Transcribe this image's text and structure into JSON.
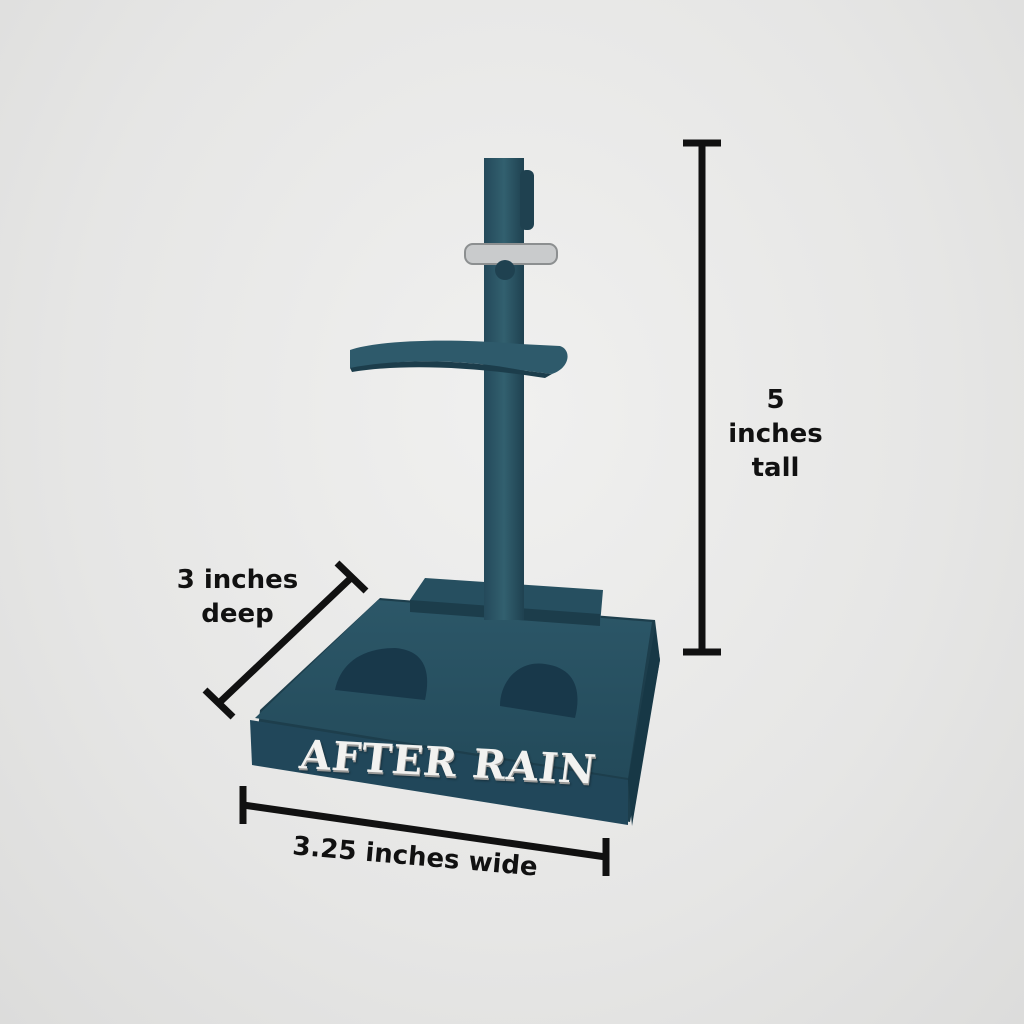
{
  "photo": {
    "subject": "stand-photo",
    "background_color": "#e8e8e7",
    "product_color": "#2b5363"
  },
  "brand_text": "AFTER RAIN",
  "dimensions": {
    "height_label": "5\ninches\ntall",
    "depth_label": "3 inches\ndeep",
    "width_label": "3.25 inches wide"
  },
  "icons": {
    "height_arrow": "dimension-bar-icon",
    "depth_arrow": "dimension-bar-icon",
    "width_arrow": "dimension-bar-icon"
  }
}
